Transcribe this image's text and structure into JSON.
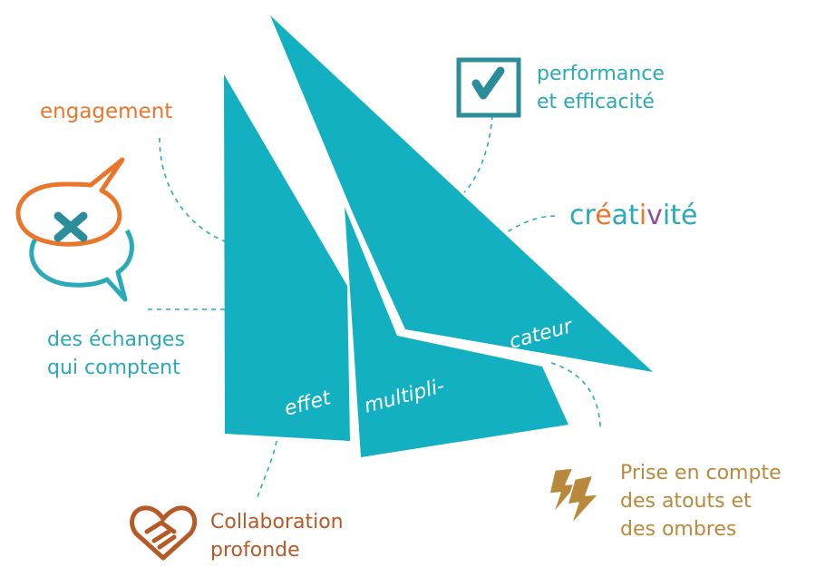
{
  "colors": {
    "sail": "#12b0c0",
    "teal_text": "#2aa9b8",
    "orange": "#e9762b",
    "brown": "#b55a26",
    "gold": "#b8893c",
    "icon_teal": "#2b8d9a"
  },
  "sail_words": {
    "left": "effet",
    "middle": "multipli-",
    "right": "cateur"
  },
  "labels": {
    "engagement": "engagement",
    "echanges": "des échanges\nqui comptent",
    "performance": "performance\net efficacité",
    "creativite_letters": [
      {
        "ch": "c",
        "color": "#2aa9b8"
      },
      {
        "ch": "r",
        "color": "#2aa9b8"
      },
      {
        "ch": "é",
        "color": "#e9762b"
      },
      {
        "ch": "a",
        "color": "#2aa9b8"
      },
      {
        "ch": "t",
        "color": "#2aa9b8"
      },
      {
        "ch": "i",
        "color": "#e9762b"
      },
      {
        "ch": "v",
        "color": "#8a4fa3"
      },
      {
        "ch": "i",
        "color": "#2aa9b8"
      },
      {
        "ch": "t",
        "color": "#2aa9b8"
      },
      {
        "ch": "é",
        "color": "#2aa9b8"
      }
    ],
    "collaboration": "Collaboration\nprofonde",
    "prise": "Prise en compte\ndes atouts et\ndes ombres"
  },
  "icons": [
    "speech-bubbles-icon",
    "checkbox-check-icon",
    "heart-handshake-icon",
    "lightning-icon"
  ]
}
